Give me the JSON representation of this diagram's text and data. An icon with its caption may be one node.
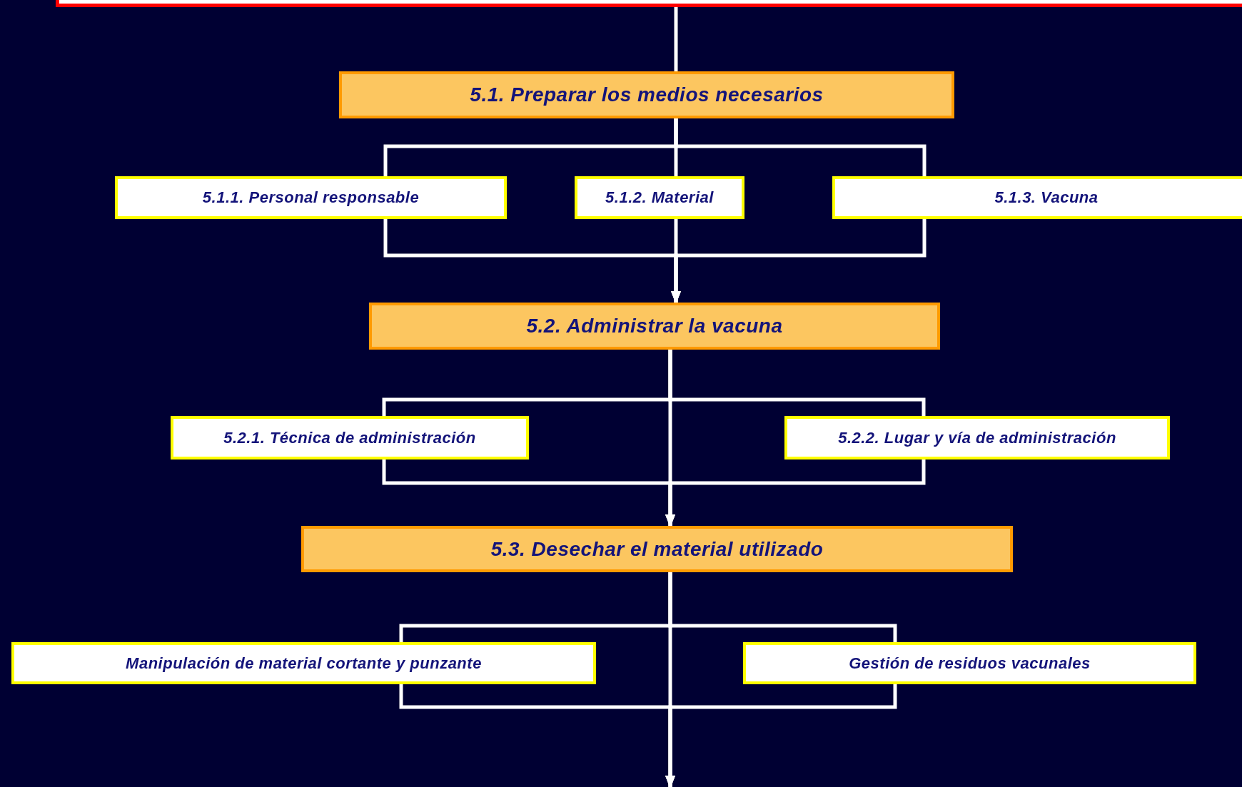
{
  "diagram": {
    "nodes": [
      {
        "text": [],
        "shape": "box"
      },
      {
        "text": [
          "5.1. Preparar los medios necesarios"
        ]
      },
      {
        "text": [
          "5.1.1. Personal responsable"
        ]
      },
      {
        "text": [
          "5.1.2. Material"
        ]
      },
      {
        "text": [
          "5.1.3. Vacuna"
        ]
      },
      {
        "text": [
          "5.2. Administrar la vacuna"
        ]
      },
      {
        "text": [
          "5.2.1. Técnica  de administración"
        ]
      },
      {
        "text": [
          "5.2.2. Lugar y vía de administración"
        ]
      },
      {
        "text": [
          "5.3. Desechar el material utilizado"
        ]
      },
      {
        "text": [
          "Manipulación de material cortante y punzante"
        ]
      },
      {
        "text": [
          "Gestión de residuos vacunales"
        ]
      }
    ],
    "edges": [
      {
        "from": 0,
        "to": 1,
        "arrow": "none"
      },
      {
        "from": 1,
        "to": 2,
        "arrow": "none"
      },
      {
        "from": 1,
        "to": 3,
        "arrow": "none"
      },
      {
        "from": 1,
        "to": 4,
        "arrow": "none"
      },
      {
        "from": 2,
        "to": 5,
        "arrow": "to"
      },
      {
        "from": 3,
        "to": 5,
        "arrow": "to"
      },
      {
        "from": 4,
        "to": 5,
        "arrow": "to"
      },
      {
        "from": 5,
        "to": 6,
        "arrow": "none"
      },
      {
        "from": 5,
        "to": 7,
        "arrow": "none"
      },
      {
        "from": 5,
        "to": 8,
        "arrow": "to"
      },
      {
        "from": 6,
        "to": 8,
        "arrow": "to"
      },
      {
        "from": 7,
        "to": 8,
        "arrow": "to"
      },
      {
        "from": 8,
        "to": 9,
        "arrow": "none"
      },
      {
        "from": 8,
        "to": 10,
        "arrow": "none"
      },
      {
        "from": 8,
        "to": null,
        "arrow": "to"
      },
      {
        "from": 9,
        "to": null,
        "arrow": "to"
      },
      {
        "from": 10,
        "to": null,
        "arrow": "to"
      }
    ]
  }
}
